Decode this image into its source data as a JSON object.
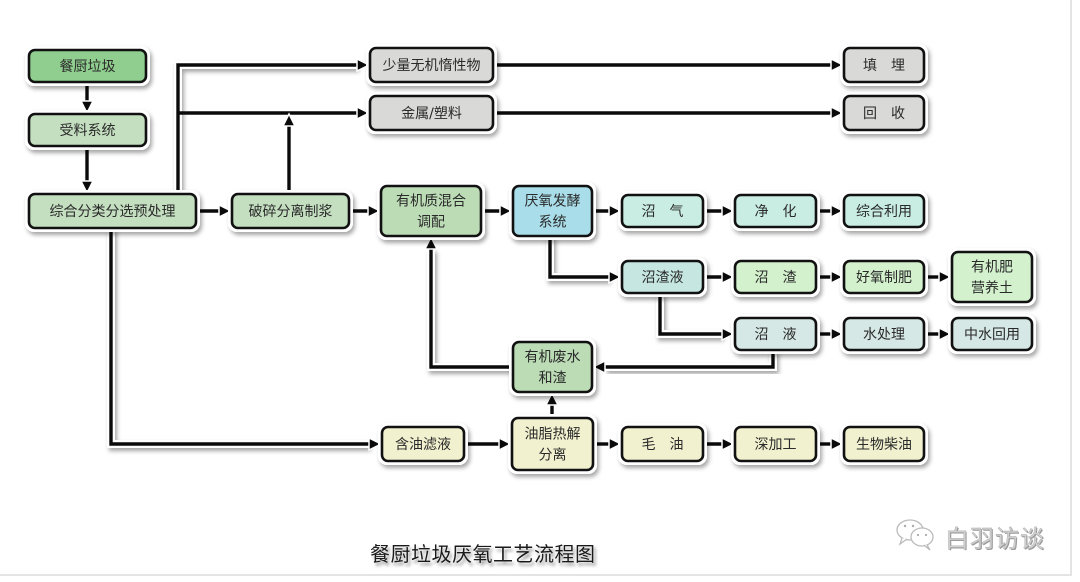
{
  "diagram": {
    "title": "餐厨垃圾厌氧工艺流程图",
    "watermark": {
      "icon": "wechat-icon",
      "text": "白羽访谈"
    },
    "colors": {
      "source": "#8fce8e",
      "process_green": "#c4dfc0",
      "inert_gray": "#d9d9d7",
      "anaerobic_blue": "#a9dde9",
      "biogas_mint": "#c9ede3",
      "digestate_teal": "#c6e7e1",
      "solid_green": "#d3f1cd",
      "liquid_gray_teal": "#d6e8e5",
      "oil_yellow": "#f1f1cf",
      "organic_green": "#bcdcb6"
    },
    "nodes": [
      {
        "id": "kitchen_waste",
        "label": [
          "餐厨垃圾"
        ],
        "color": "source"
      },
      {
        "id": "receiving",
        "label": [
          "受料系统"
        ],
        "color": "process_green"
      },
      {
        "id": "sorting",
        "label": [
          "综合分类分选预处理"
        ],
        "color": "process_green"
      },
      {
        "id": "crushing",
        "label": [
          "破碎分离制浆"
        ],
        "color": "process_green"
      },
      {
        "id": "inert",
        "label": [
          "少量无机惰性物"
        ],
        "color": "inert_gray"
      },
      {
        "id": "metal_plastic",
        "label": [
          "金属/塑料"
        ],
        "color": "inert_gray"
      },
      {
        "id": "landfill",
        "label": [
          "填　埋"
        ],
        "color": "inert_gray"
      },
      {
        "id": "recycle",
        "label": [
          "回　收"
        ],
        "color": "inert_gray"
      },
      {
        "id": "mixing",
        "label": [
          "有机质混合",
          "调配"
        ],
        "color": "organic_green"
      },
      {
        "id": "anaerobic",
        "label": [
          "厌氧发酵",
          "系统"
        ],
        "color": "anaerobic_blue"
      },
      {
        "id": "biogas",
        "label": [
          "沼　气"
        ],
        "color": "biogas_mint"
      },
      {
        "id": "purify",
        "label": [
          "净　化"
        ],
        "color": "biogas_mint"
      },
      {
        "id": "utilize",
        "label": [
          "综合利用"
        ],
        "color": "biogas_mint"
      },
      {
        "id": "digestate",
        "label": [
          "沼渣液"
        ],
        "color": "digestate_teal"
      },
      {
        "id": "residue",
        "label": [
          "沼　渣"
        ],
        "color": "solid_green"
      },
      {
        "id": "aerobic_fert",
        "label": [
          "好氧制肥"
        ],
        "color": "solid_green"
      },
      {
        "id": "organic_soil",
        "label": [
          "有机肥",
          "营养土"
        ],
        "color": "solid_green"
      },
      {
        "id": "liquid",
        "label": [
          "沼　液"
        ],
        "color": "liquid_gray_teal"
      },
      {
        "id": "water_treat",
        "label": [
          "水处理"
        ],
        "color": "liquid_gray_teal"
      },
      {
        "id": "reclaimed",
        "label": [
          "中水回用"
        ],
        "color": "liquid_gray_teal"
      },
      {
        "id": "organic_ww",
        "label": [
          "有机废水",
          "和渣"
        ],
        "color": "organic_green"
      },
      {
        "id": "oily_filtrate",
        "label": [
          "含油滤液"
        ],
        "color": "oil_yellow"
      },
      {
        "id": "oil_sep",
        "label": [
          "油脂热解",
          "分离"
        ],
        "color": "oil_yellow"
      },
      {
        "id": "crude_oil",
        "label": [
          "毛　油"
        ],
        "color": "oil_yellow"
      },
      {
        "id": "deep_process",
        "label": [
          "深加工"
        ],
        "color": "oil_yellow"
      },
      {
        "id": "biodiesel",
        "label": [
          "生物柴油"
        ],
        "color": "oil_yellow"
      }
    ],
    "edges": [
      {
        "from": "kitchen_waste",
        "to": "receiving"
      },
      {
        "from": "receiving",
        "to": "sorting"
      },
      {
        "from": "sorting",
        "to": "crushing"
      },
      {
        "from": "sorting",
        "to": "inert"
      },
      {
        "from": "sorting",
        "to": "metal_plastic"
      },
      {
        "from": "crushing",
        "to": "metal_plastic"
      },
      {
        "from": "inert",
        "to": "landfill"
      },
      {
        "from": "metal_plastic",
        "to": "recycle"
      },
      {
        "from": "crushing",
        "to": "mixing"
      },
      {
        "from": "mixing",
        "to": "anaerobic"
      },
      {
        "from": "anaerobic",
        "to": "biogas"
      },
      {
        "from": "biogas",
        "to": "purify"
      },
      {
        "from": "purify",
        "to": "utilize"
      },
      {
        "from": "anaerobic",
        "to": "digestate"
      },
      {
        "from": "digestate",
        "to": "residue"
      },
      {
        "from": "residue",
        "to": "aerobic_fert"
      },
      {
        "from": "aerobic_fert",
        "to": "organic_soil"
      },
      {
        "from": "digestate",
        "to": "liquid"
      },
      {
        "from": "liquid",
        "to": "water_treat"
      },
      {
        "from": "water_treat",
        "to": "reclaimed"
      },
      {
        "from": "liquid",
        "to": "organic_ww"
      },
      {
        "from": "organic_ww",
        "to": "mixing"
      },
      {
        "from": "sorting",
        "to": "oily_filtrate"
      },
      {
        "from": "oily_filtrate",
        "to": "oil_sep"
      },
      {
        "from": "oil_sep",
        "to": "organic_ww"
      },
      {
        "from": "oil_sep",
        "to": "crude_oil"
      },
      {
        "from": "crude_oil",
        "to": "deep_process"
      },
      {
        "from": "deep_process",
        "to": "biodiesel"
      }
    ]
  }
}
